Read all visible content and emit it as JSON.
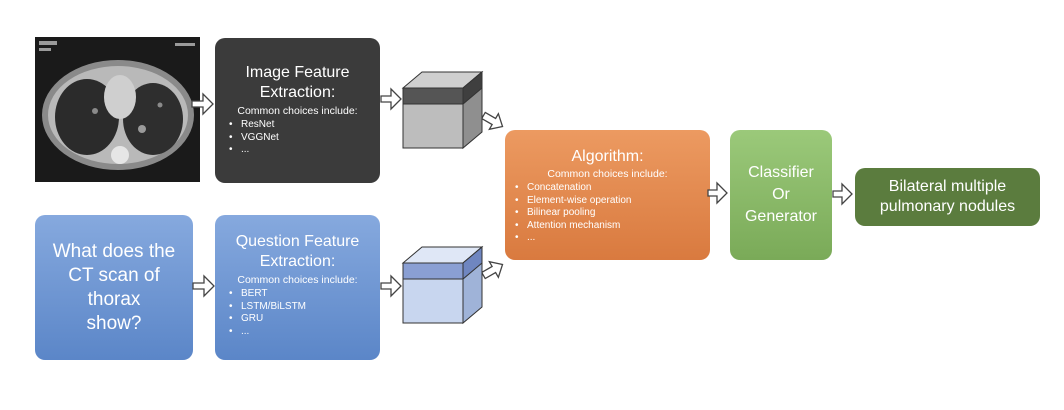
{
  "image_feature": {
    "title_line1": "Image Feature",
    "title_line2": "Extraction:",
    "subtitle": "Common choices include:",
    "items": [
      "ResNet",
      "VGGNet",
      "..."
    ]
  },
  "question_input": {
    "line1": "What does the",
    "line2": "CT scan of thorax",
    "line3": "show?"
  },
  "question_feature": {
    "title_line1": "Question Feature",
    "title_line2": "Extraction:",
    "subtitle": "Common choices include:",
    "items": [
      "BERT",
      "LSTM/BiLSTM",
      "GRU",
      "..."
    ]
  },
  "algorithm": {
    "title": "Algorithm:",
    "subtitle": "Common choices include:",
    "items": [
      "Concatenation",
      "Element-wise operation",
      "Bilinear pooling",
      "Attention mechanism",
      "..."
    ]
  },
  "classifier": {
    "line1": "Classifier",
    "line2": "Or",
    "line3": "Generator"
  },
  "output": {
    "line1": "Bilateral multiple",
    "line2": "pulmonary nodules"
  },
  "colors": {
    "image_box": "#3b3b3b",
    "question_box": "#6e95d2",
    "algorithm_box": "#e38a50",
    "classifier_box": "#8cbb69",
    "output_box": "#5b7c3e"
  }
}
